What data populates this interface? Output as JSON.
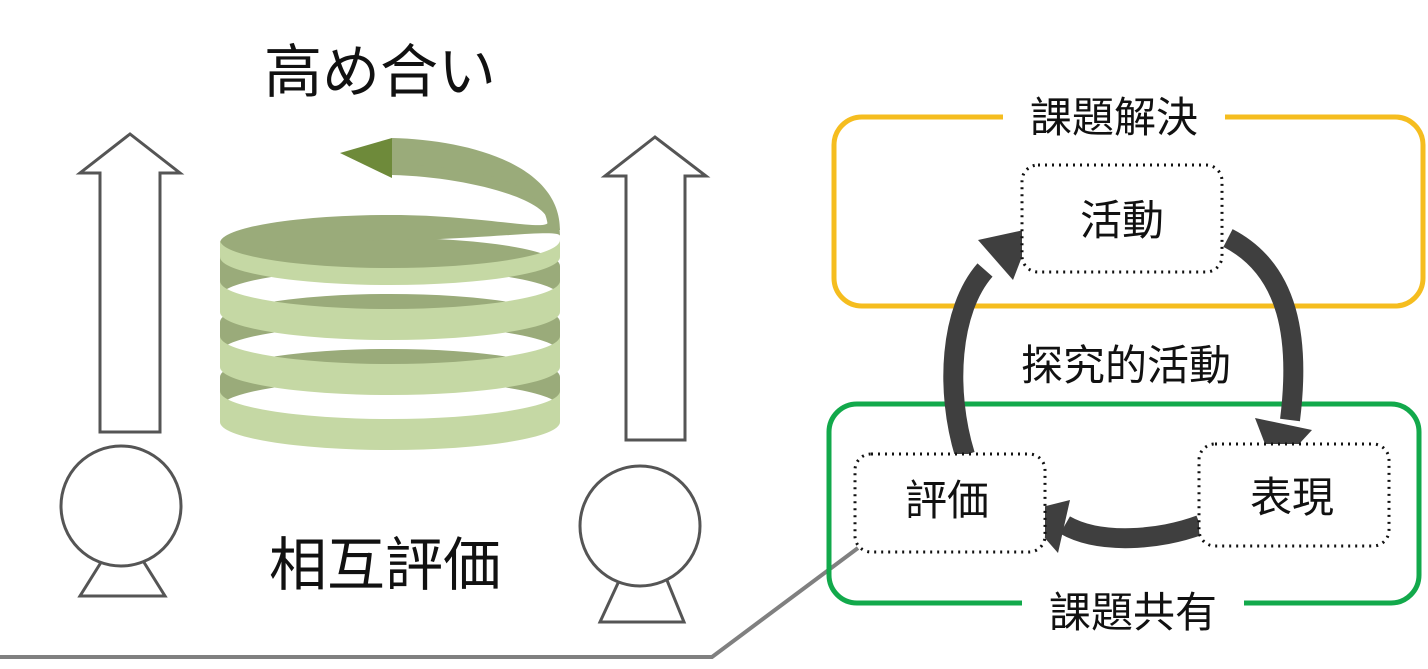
{
  "left_panel": {
    "title": "高め合い",
    "caption": "相互評価"
  },
  "right_panel": {
    "yellow_frame_label": "課題解決",
    "green_frame_label": "課題共有",
    "center_label": "探究的活動",
    "nodes": {
      "activity": "活動",
      "expression": "表現",
      "evaluation": "評価"
    }
  },
  "colors": {
    "spiral_light": "#c5d8a4",
    "spiral_dark": "#9aab7a",
    "spiral_arrowhead": "#6e8a3a",
    "frame_yellow": "#f5bd1f",
    "frame_green": "#12a94b",
    "cycle_arrow": "#3f3f3f",
    "outline": "#555555"
  }
}
